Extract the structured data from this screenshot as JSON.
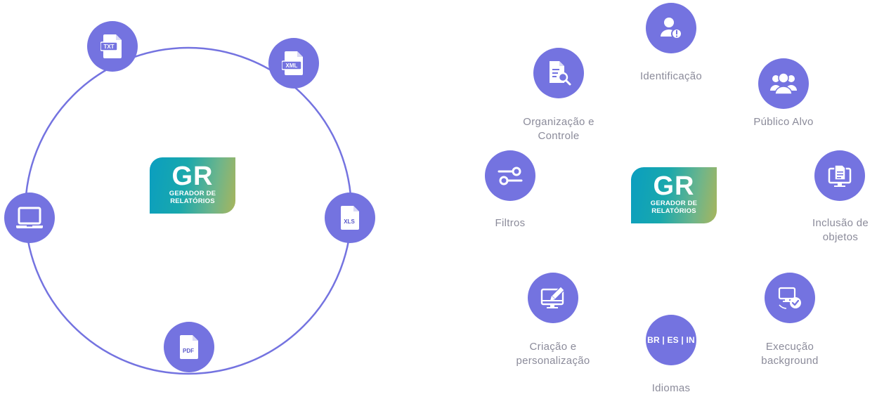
{
  "left_diagram": {
    "logo": {
      "title": "GR",
      "subtitle_line1": "GERADOR DE",
      "subtitle_line2": "RELATÓRIOS"
    },
    "formats": [
      {
        "id": "txt",
        "label": "TXT",
        "icon": "txt-file-icon"
      },
      {
        "id": "xml",
        "label": "XML",
        "icon": "xml-file-icon"
      },
      {
        "id": "xls",
        "label": "XLS",
        "icon": "xls-file-icon"
      },
      {
        "id": "pdf",
        "label": "PDF",
        "icon": "pdf-file-icon"
      },
      {
        "id": "screen",
        "label": "",
        "icon": "laptop-icon"
      }
    ]
  },
  "right_diagram": {
    "logo": {
      "title": "GR",
      "subtitle_line1": "GERADOR DE",
      "subtitle_line2": "RELATÓRIOS"
    },
    "features": [
      {
        "id": "identificacao",
        "label": "Identificação",
        "icon": "user-alert-icon"
      },
      {
        "id": "publico",
        "label": "Público Alvo",
        "icon": "users-group-icon"
      },
      {
        "id": "inclusao",
        "label": "Inclusão de\nobjetos",
        "icon": "document-monitor-icon"
      },
      {
        "id": "execucao",
        "label": "Execução\nbackground",
        "icon": "monitor-check-icon"
      },
      {
        "id": "idiomas",
        "label": "Idiomas",
        "icon_text": "BR | ES | IN"
      },
      {
        "id": "criacao",
        "label": "Criação e\npersonalização",
        "icon": "monitor-brush-icon"
      },
      {
        "id": "filtros",
        "label": "Filtros",
        "icon": "filter-toggle-icon"
      },
      {
        "id": "organizacao",
        "label": "Organização e\nControle",
        "icon": "document-search-icon"
      }
    ]
  },
  "colors": {
    "accent": "#7473e0",
    "label": "#8b8b9a",
    "logo_start": "#0a9ec0",
    "logo_end": "#a8b55b"
  }
}
